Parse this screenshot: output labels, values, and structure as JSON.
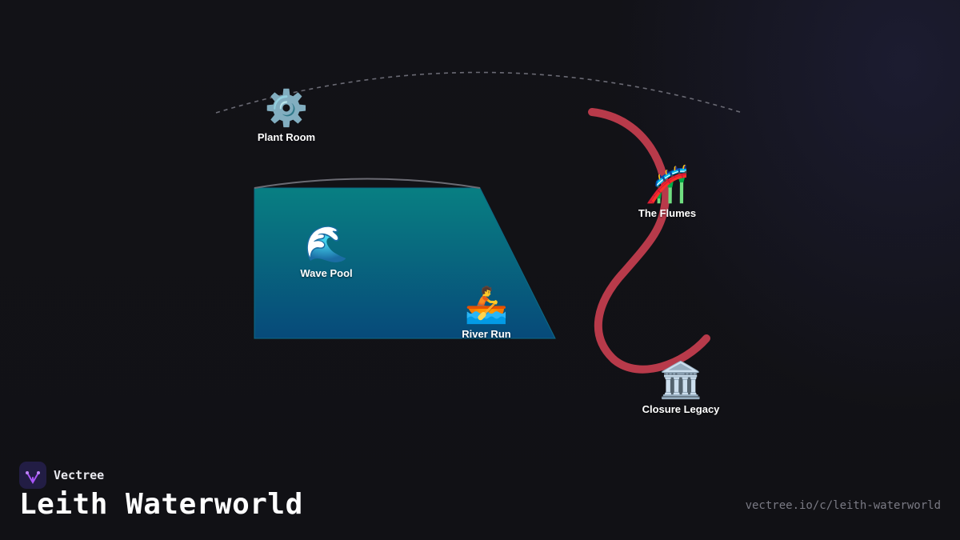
{
  "title": "Leith Waterworld",
  "brand": {
    "name": "Vectree",
    "logo_icon": "vectree-logo-icon",
    "logo_color": "#a855f7"
  },
  "url": "vectree.io/c/leith-waterworld",
  "colors": {
    "background": "#111116",
    "pool_top": "#087f82",
    "pool_bottom": "#074a7a",
    "flume_path": "#b83a4a",
    "dashed_arc": "#6a6a74"
  },
  "nodes": [
    {
      "id": "plant-room",
      "label": "Plant Room",
      "icon": "⚙️",
      "icon_name": "gear-icon"
    },
    {
      "id": "wave-pool",
      "label": "Wave Pool",
      "icon": "🌊",
      "icon_name": "wave-icon"
    },
    {
      "id": "river-run",
      "label": "River Run",
      "icon": "🚣",
      "icon_name": "rowboat-icon"
    },
    {
      "id": "the-flumes",
      "label": "The Flumes",
      "icon": "🎢",
      "icon_name": "roller-coaster-icon"
    },
    {
      "id": "closure-legacy",
      "label": "Closure Legacy",
      "icon": "🏛️",
      "icon_name": "classical-building-icon"
    }
  ]
}
